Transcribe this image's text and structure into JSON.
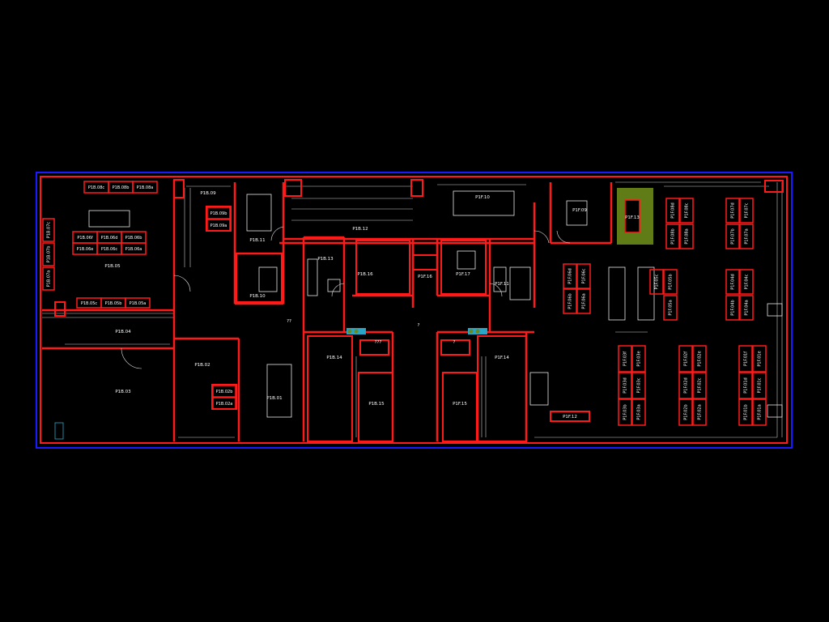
{
  "colors": {
    "background": "#000000",
    "boundary": "#1a1aff",
    "wall": "#ff1a1a",
    "thin_line": "#ffffff",
    "furniture": "#e6e6e6",
    "accent_green": "#6a8a1a",
    "door_cyan": "#2aa5c8"
  },
  "rooms": {
    "p1b03": "P1B.03",
    "p1b04": "P1B.04",
    "p1b05": "P1B.05",
    "p1b02": "P1B.02",
    "p1b02a": "P1B.02a",
    "p1b02b": "P1B.02b",
    "p1b01": "P1B.01",
    "p1b09": "P1B.09",
    "p1b09a": "P1B.09a",
    "p1b09b": "P1B.09b",
    "p1b10": "P1B.10",
    "p1b11": "P1B.11",
    "p1b12": "P1B.12",
    "p1b13": "P1B.13",
    "p1b14": "P1B.14",
    "p1b15": "P1B.15",
    "p1b16": "P1B.16",
    "p1f09": "P1F.09",
    "p1f10": "P1F.10",
    "p1f11": "P1F.11",
    "p1f12": "P1F.12",
    "p1f13": "P1F.13",
    "p1f14": "P1F.14",
    "p1f15": "P1F.15",
    "p1f16": "P1F.16",
    "p1f17": "P1F.17"
  },
  "desks": {
    "p1b08c": "P1B.08c",
    "p1b08b": "P1B.08b",
    "p1b08a": "P1B.08a",
    "p1b06f": "P1B.06f",
    "p1b06d": "P1B.06d",
    "p1b06b": "P1B.06b",
    "p1b06e": "P1B.06e",
    "p1b06c": "P1B.06c",
    "p1b06a": "P1B.06a",
    "p1b07c": "P1B.07c",
    "p1b07b": "P1B.07b",
    "p1b07a": "P1B.07a",
    "p1b05c": "P1B.05c",
    "p1b05b": "P1B.05b",
    "p1b05a": "P1B.05a",
    "p1f08d": "P1F.08d",
    "p1f08c": "P1F.08c",
    "p1f08b": "P1F.08b",
    "p1f08a": "P1F.08a",
    "p1f07d": "P1F.07d",
    "p1f07c": "P1F.07c",
    "p1f07b": "P1F.07b",
    "p1f07a": "P1F.07a",
    "p1f06d": "P1F.06d",
    "p1f06c": "P1F.06c",
    "p1f06b": "P1F.06b",
    "p1f06a": "P1F.06a",
    "p1f05c": "P1F.05c",
    "p1f05b": "P1F.05b",
    "p1f05a": "P1F.05a",
    "p1f04d": "P1F.04d",
    "p1f04c": "P1F.04c",
    "p1f04b": "P1F.04b",
    "p1f04a": "P1F.04a",
    "p1f03f": "P1F.03f",
    "p1f03e": "P1F.03e",
    "p1f03d": "P1F.03d",
    "p1f03c": "P1F.03c",
    "p1f03b": "P1F.03b",
    "p1f03a": "P1F.03a",
    "p1f02f": "P1F.02f",
    "p1f02e": "P1F.02e",
    "p1f02d": "P1F.02d",
    "p1f02c": "P1F.02c",
    "p1f02b": "P1F.02b",
    "p1f02a": "P1F.02a",
    "p1f01f": "P1F.01f",
    "p1f01e": "P1F.01e",
    "p1f01d": "P1F.01d",
    "p1f01c": "P1F.01c",
    "p1f01b": "P1F.01b",
    "p1f01a": "P1F.01a"
  },
  "marks": {
    "q1": "??",
    "q2": "?",
    "q3": "???",
    "q4": "?"
  }
}
